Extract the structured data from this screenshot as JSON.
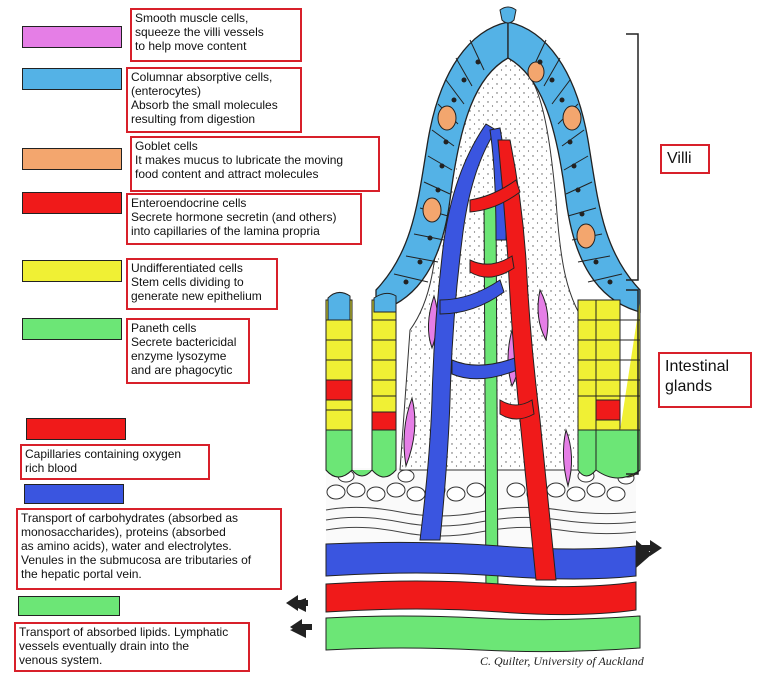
{
  "legend": [
    {
      "id": "smooth-muscle",
      "color": "#e57ee6",
      "text": "Smooth muscle cells,\nsqueeze the villi vessels\nto help move content"
    },
    {
      "id": "enterocytes",
      "color": "#54b2e6",
      "text": "Columnar absorptive cells,\n(enterocytes)\nAbsorb the small molecules\nresulting from digestion"
    },
    {
      "id": "goblet",
      "color": "#f3a66e",
      "text": "Goblet cells\nIt makes mucus to lubricate the moving\nfood content and attract molecules"
    },
    {
      "id": "enteroendocrine",
      "color": "#f01a1a",
      "text": "Enteroendocrine cells\nSecrete hormone secretin (and others)\ninto capillaries of the lamina propria"
    },
    {
      "id": "undifferentiated",
      "color": "#f0f034",
      "text": "Undifferentiated cells\nStem cells dividing to\ngenerate new epithelium"
    },
    {
      "id": "paneth",
      "color": "#6ce676",
      "text": "Paneth cells\nSecrete bactericidal\nenzyme lysozyme\nand are phagocytic"
    },
    {
      "id": "capillaries",
      "color": "#f01a1a",
      "text": "Capillaries containing oxygen\nrich blood"
    },
    {
      "id": "venules",
      "color": "#3a55e0",
      "text": "Transport of carbohydrates (absorbed as\nmonosaccharides), proteins (absorbed\nas amino acids), water and electrolytes.\nVenules in the submucosa are tributaries of\nthe hepatic portal vein."
    },
    {
      "id": "lymphatic",
      "color": "#6ce676",
      "text": "Transport of absorbed lipids. Lymphatic\nvessels eventually drain into the\nvenous system."
    }
  ],
  "labels": {
    "villi": "Villi",
    "intestinal_glands": "Intestinal\nglands"
  },
  "credit": "C. Quilter, University of Auckland",
  "colors": {
    "label_border": "#d8202a",
    "artery": "#f01a1a",
    "vein": "#3a55e0",
    "lymph": "#6ce676",
    "enterocyte": "#54b2e6",
    "goblet": "#f3a66e",
    "stem": "#f0f034",
    "muscle": "#e57ee6"
  }
}
